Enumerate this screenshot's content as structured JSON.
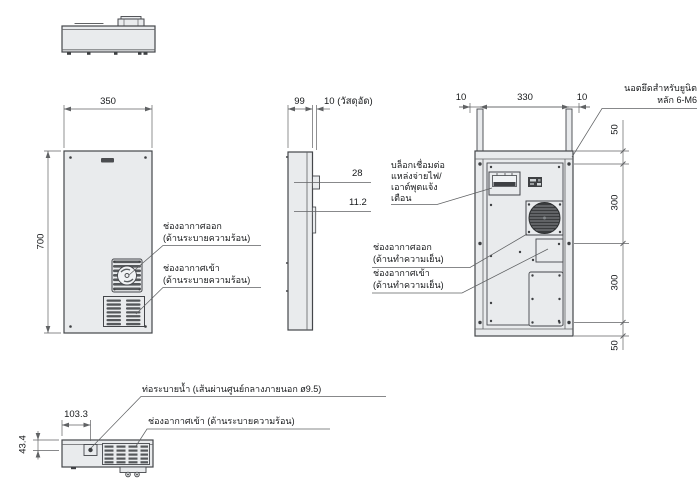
{
  "front_view": {
    "dim_width": "350",
    "dim_height": "700",
    "air_out_1": "ช่องอากาศออก",
    "air_out_2": "(ด้านระบายความร้อน)",
    "air_in_1": "ช่องอากาศเข้า",
    "air_in_2": "(ด้านระบายความร้อน)"
  },
  "side_view": {
    "dim_depth": "99",
    "dim_packing": "10 (วัสดุอัด)",
    "dim_block": "28",
    "dim_tab": "11.2"
  },
  "back_view": {
    "dim_left_offset": "10",
    "dim_bolt_span": "330",
    "dim_right_offset": "10",
    "dim_top_offset": "50",
    "dim_pitch_upper": "300",
    "dim_pitch_lower": "300",
    "dim_bottom_offset": "50",
    "mount_nut_1": "นอตยึดสำหรับยูนิต",
    "mount_nut_2": "หลัก 6-M6",
    "terminal_1": "บล็อกเชื่อมต่อ",
    "terminal_2": "แหล่งจ่ายไฟ/",
    "terminal_3": "เอาต์พุตแจ้ง",
    "terminal_4": "เตือน",
    "air_out_1": "ช่องอากาศออก",
    "air_out_2": "(ด้านทำความเย็น)",
    "air_in_1": "ช่องอากาศเข้า",
    "air_in_2": "(ด้านทำความเย็น)"
  },
  "bottom_view": {
    "dim_drain_x": "103.3",
    "dim_drain_y": "43.4",
    "drain_label": "ท่อระบายน้ำ (เส้นผ่านศูนย์กลางภายนอก ø9.5)",
    "air_in_label": "ช่องอากาศเข้า (ด้านระบายความร้อน)"
  },
  "colors": {
    "panel_fill": "#e9ebed",
    "outline": "#44464a",
    "dim_line": "#606264",
    "dark": "#3e4043",
    "text": "#17191b"
  }
}
